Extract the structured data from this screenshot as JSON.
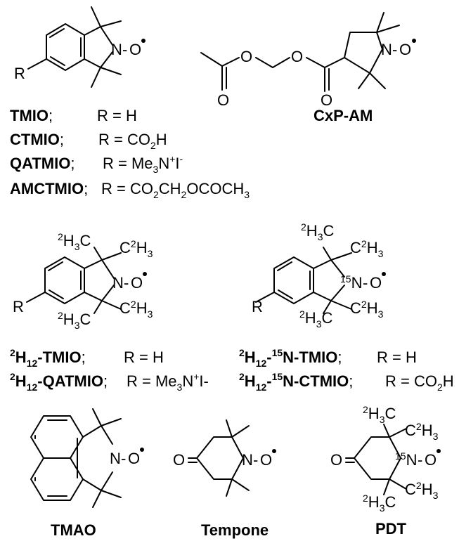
{
  "atoms": {
    "R": "R",
    "N": "N",
    "O": "O",
    "dash": "-",
    "two": "2",
    "H": "H",
    "C": "C",
    "three": "3",
    "fifteen": "15",
    "twelve": "12"
  },
  "rows1": [
    {
      "name": "TMIO",
      "sep": ";",
      "rhs_prefix": "R = H",
      "rhs_sub": "",
      "rhs_tail": ""
    },
    {
      "name": "CTMIO",
      "sep": ";",
      "rhs_prefix": "R = CO",
      "rhs_sub": "2",
      "rhs_tail": "H"
    },
    {
      "name": "QATMIO",
      "sep": ";",
      "rhs_prefix": "R = Me",
      "rhs_sub": "3",
      "rhs_tail": "N"
    },
    {
      "name": "AMCTMIO",
      "sep": ";",
      "rhs_prefix": "R = CO",
      "rhs_sub": "2",
      "rhs_tail": "CH"
    }
  ],
  "qatmio_tail": {
    "sup1": "+",
    "I": "I",
    "sup2": "-"
  },
  "amctmio_tail": {
    "sub2": "2",
    "mid": "OCOCH",
    "sub3": "3"
  },
  "cxp_name": "CxP-AM",
  "rows2": {
    "left1": {
      "pre": "2",
      "H": "H",
      "sub": "12",
      "name": "-TMIO",
      "sep": ";",
      "rhs": "R = H"
    },
    "left2": {
      "pre": "2",
      "H": "H",
      "sub": "12",
      "name": "-QATMIO",
      "sep": ";",
      "rhs": "R = Me",
      "rhs_sub": "3",
      "rhs_tail": "N",
      "sup": "+",
      "tail2": "I-"
    },
    "right1": {
      "pre": "2",
      "H": "H",
      "sub": "12",
      "mid": "-",
      "iso": "15",
      "name": "N-TMIO",
      "sep": ";",
      "rhs": "R = H"
    },
    "right2": {
      "pre": "2",
      "H": "H",
      "sub": "12",
      "mid": "-",
      "iso": "15",
      "name": "N-CTMIO",
      "sep": ";",
      "rhs": "R = CO",
      "rhs_sub": "2",
      "rhs_tail": "H"
    }
  },
  "names_bottom": [
    "TMAO",
    "Tempone",
    "PDT"
  ]
}
